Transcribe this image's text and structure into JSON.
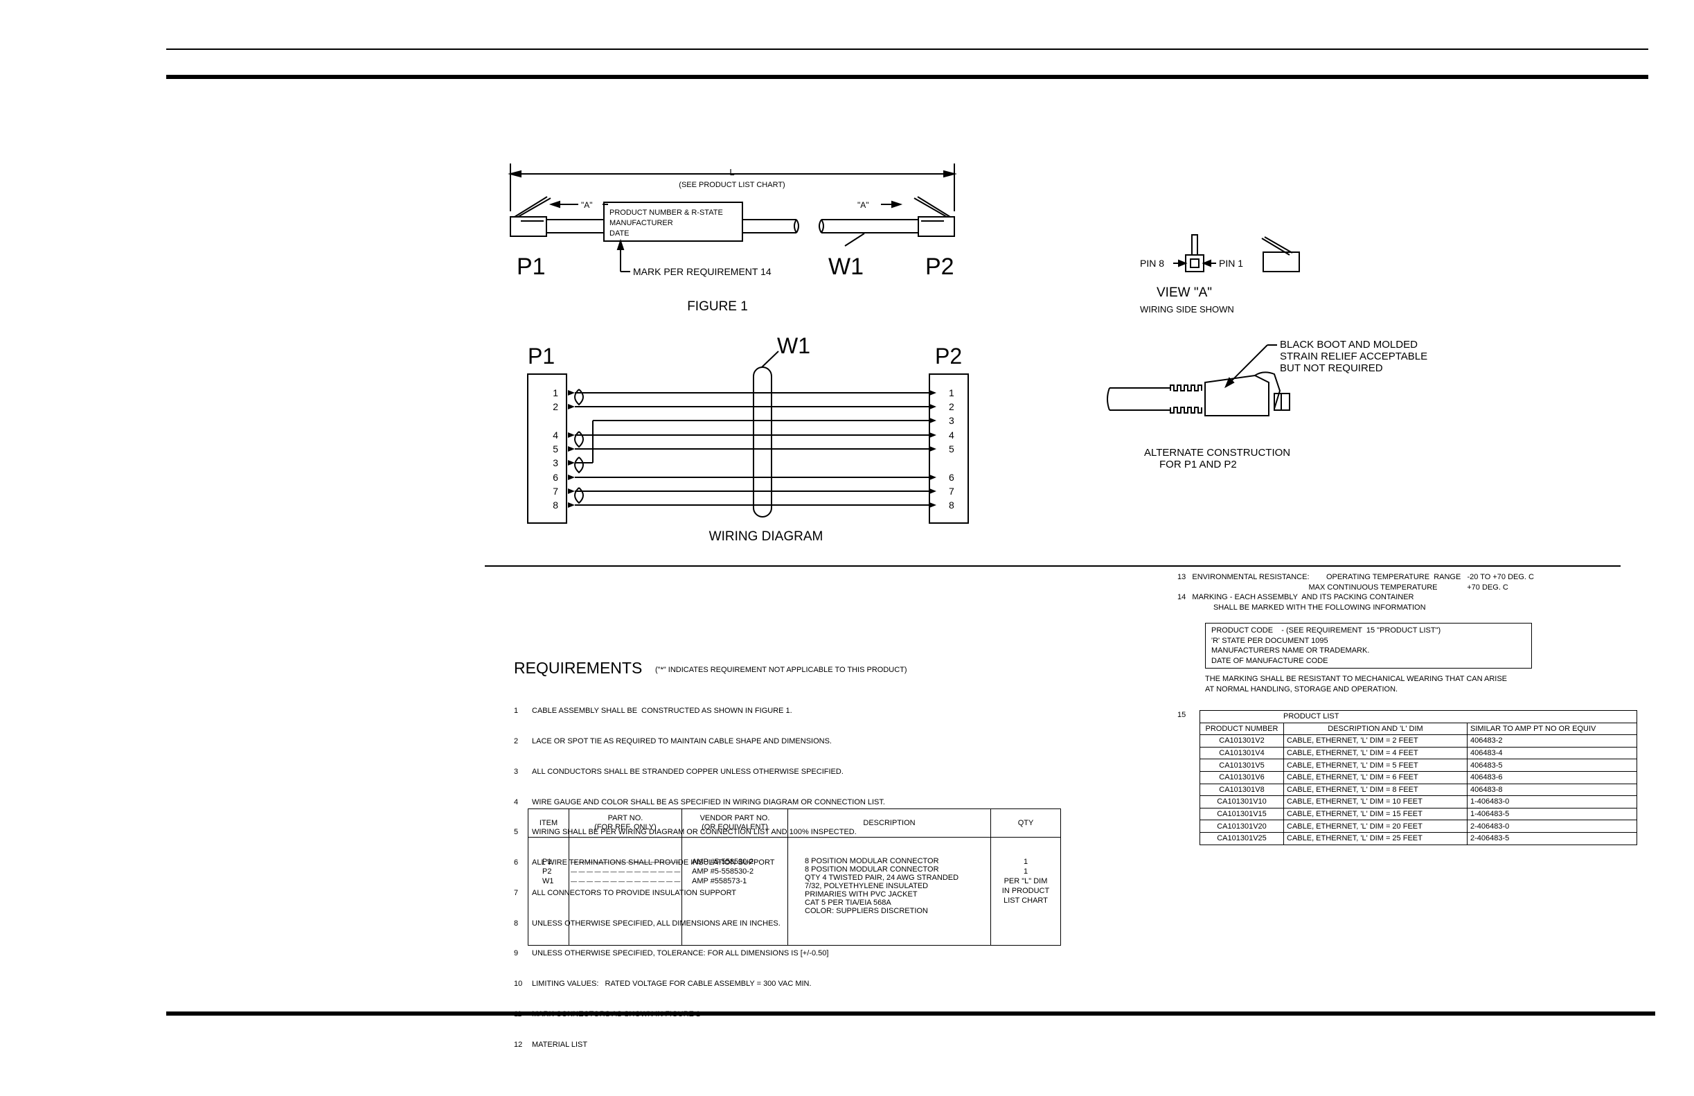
{
  "figure1": {
    "dim_label": "L",
    "dim_note": "(SEE PRODUCT LIST CHART)",
    "a_label_left": "\"A\"",
    "a_label_right": "\"A\"",
    "label_lines": [
      "PRODUCT NUMBER & R-STATE",
      "MANUFACTURER",
      "DATE"
    ],
    "mark_note": "MARK PER REQUIREMENT 14",
    "p1": "P1",
    "w1": "W1",
    "p2": "P2",
    "caption": "FIGURE 1"
  },
  "view_a": {
    "pin8": "PIN 8",
    "pin1": "PIN 1",
    "title": "VIEW \"A\"",
    "subtitle": "WIRING SIDE SHOWN"
  },
  "alternate": {
    "note_lines": [
      "BLACK BOOT AND MOLDED",
      "STRAIN RELIEF ACCEPTABLE",
      "BUT NOT REQUIRED"
    ],
    "caption_lines": [
      "ALTERNATE CONSTRUCTION",
      "FOR P1 AND P2"
    ]
  },
  "wiring": {
    "p1": "P1",
    "w1": "W1",
    "p2": "P2",
    "left_pins": [
      "1",
      "2",
      "4",
      "5",
      "3",
      "6",
      "7",
      "8"
    ],
    "right_pins": [
      "1",
      "2",
      "3",
      "4",
      "5",
      "6",
      "7",
      "8"
    ],
    "caption": "WIRING DIAGRAM"
  },
  "requirements": {
    "title": "REQUIREMENTS",
    "note": "(\"*\" INDICATES REQUIREMENT NOT APPLICABLE TO THIS PRODUCT)",
    "items": [
      {
        "n": "1",
        "text": "CABLE ASSEMBLY SHALL BE  CONSTRUCTED AS SHOWN IN FIGURE 1."
      },
      {
        "n": "2",
        "text": "LACE OR SPOT TIE AS REQUIRED TO MAINTAIN CABLE SHAPE AND DIMENSIONS."
      },
      {
        "n": "3",
        "text": "ALL CONDUCTORS SHALL BE STRANDED COPPER UNLESS OTHERWISE SPECIFIED."
      },
      {
        "n": "4",
        "text": "WIRE GAUGE AND COLOR SHALL BE AS SPECIFIED IN WIRING DIAGRAM OR CONNECTION LIST."
      },
      {
        "n": "5",
        "text": "WIRING SHALL BE PER WIRING DIAGRAM OR CONNECTION LIST AND 100% INSPECTED."
      },
      {
        "n": "6",
        "text": "ALL WIRE TERMINATIONS SHALL PROVIDE INSULATION SUPPORT"
      },
      {
        "n": "7",
        "text": "ALL CONNECTORS TO PROVIDE INSULATION SUPPORT"
      },
      {
        "n": "8",
        "text": "UNLESS OTHERWISE SPECIFIED, ALL DIMENSIONS ARE IN INCHES."
      },
      {
        "n": "9",
        "text": "UNLESS OTHERWISE SPECIFIED, TOLERANCE: FOR ALL DIMENSIONS IS [+/-0.50]"
      },
      {
        "n": "10",
        "text": "LIMITING VALUES:   RATED VOLTAGE FOR CABLE ASSEMBLY = 300 VAC MIN."
      },
      {
        "n": "11",
        "text": "MARK CONNECTORS AS SHOWN IN FIGURE 1"
      },
      {
        "n": "12",
        "text": "MATERIAL LIST"
      }
    ]
  },
  "material_list": {
    "headers": {
      "item": "ITEM",
      "part": "PART NO.\n(FOR REF. ONLY)",
      "vendor": "VENDOR PART NO.\n(OR EQUIVALENT)",
      "desc": "DESCRIPTION",
      "qty": "QTY"
    },
    "items": "P1\nP2\nW1",
    "parts": "— — — — — — — — — — — — — —\n— — — — — — — — — — — — — —\n— — — — — — — — — — — — — —",
    "vendors": "AMP #5-558530-2\nAMP #5-558530-2\nAMP #558573-1",
    "descs": "8 POSITION MODULAR CONNECTOR\n8 POSITION MODULAR CONNECTOR\nQTY 4 TWISTED PAIR, 24 AWG STRANDED\n7/32, POLYETHYLENE INSULATED\nPRIMARIES WITH PVC JACKET\nCAT 5 PER TIA/EIA 568A\nCOLOR: SUPPLIERS DISCRETION",
    "qtys": "1\n1\nPER \"L\" DIM\nIN PRODUCT\nLIST CHART"
  },
  "environment": {
    "text": "13   ENVIRONMENTAL RESISTANCE:        OPERATING TEMPERATURE  RANGE   -20 TO +70 DEG. C\n                                                              MAX CONTINUOUS TEMPERATURE              +70 DEG. C\n14   MARKING - EACH ASSEMBLY  AND ITS PACKING CONTAINER\n                 SHALL BE MARKED WITH THE FOLLOWING INFORMATION"
  },
  "marking_box": {
    "text": "PRODUCT CODE    - (SEE REQUIREMENT  15 \"PRODUCT LIST\")\n'R' STATE PER DOCUMENT 1095\nMANUFACTURERS NAME OR TRADEMARK.\nDATE OF MANUFACTURE CODE"
  },
  "marking_note": {
    "text": "THE MARKING SHALL BE RESISTANT TO MECHANICAL WEARING THAT CAN ARISE\nAT NORMAL HANDLING, STORAGE AND OPERATION."
  },
  "product_list": {
    "number": "15",
    "title": "PRODUCT LIST",
    "headers": [
      "PRODUCT NUMBER",
      "DESCRIPTION AND 'L' DIM",
      "SIMILAR TO AMP PT NO OR EQUIV"
    ],
    "rows": [
      [
        "CA101301V2",
        "CABLE, ETHERNET, 'L' DIM = 2 FEET",
        "406483-2"
      ],
      [
        "CA101301V4",
        "CABLE, ETHERNET, 'L' DIM = 4 FEET",
        "406483-4"
      ],
      [
        "CA101301V5",
        "CABLE, ETHERNET, 'L' DIM = 5 FEET",
        "406483-5"
      ],
      [
        "CA101301V6",
        "CABLE, ETHERNET, 'L' DIM = 6 FEET",
        "406483-6"
      ],
      [
        "CA101301V8",
        "CABLE, ETHERNET, 'L' DIM = 8 FEET",
        "406483-8"
      ],
      [
        "CA101301V10",
        "CABLE, ETHERNET, 'L' DIM = 10 FEET",
        "1-406483-0"
      ],
      [
        "CA101301V15",
        "CABLE, ETHERNET, 'L' DIM = 15 FEET",
        "1-406483-5"
      ],
      [
        "CA101301V20",
        "CABLE, ETHERNET, 'L' DIM = 20 FEET",
        "2-406483-0"
      ],
      [
        "CA101301V25",
        "CABLE, ETHERNET, 'L' DIM = 25 FEET",
        "2-406483-5"
      ]
    ]
  }
}
